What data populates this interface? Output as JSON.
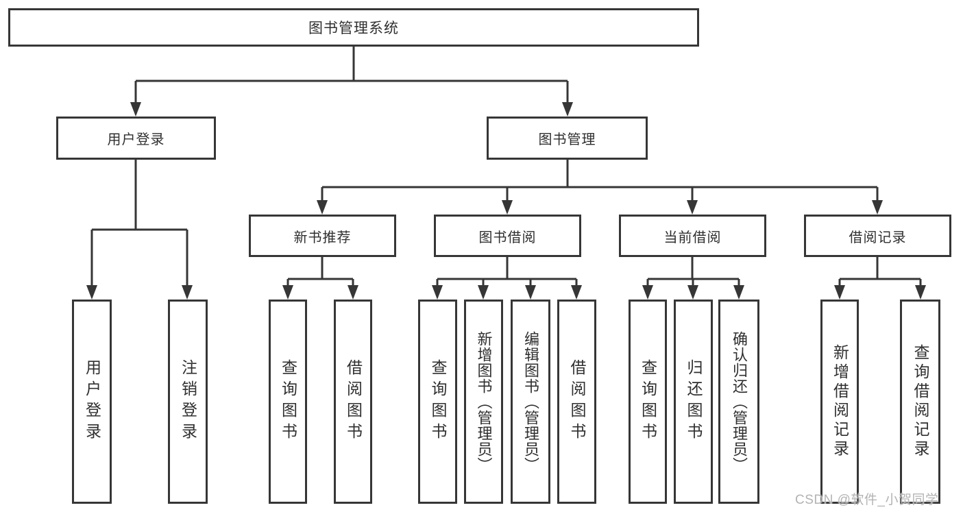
{
  "diagram": {
    "root": "图书管理系统",
    "level2": [
      "用户登录",
      "图书管理"
    ],
    "level3": [
      "新书推荐",
      "图书借阅",
      "当前借阅",
      "借阅记录"
    ],
    "leaves": {
      "login": [
        "用户登录",
        "注销登录"
      ],
      "new_books": [
        "查询图书",
        "借阅图书"
      ],
      "book_borrow": [
        "查询图书",
        "新增图书（管理员）",
        "编辑图书（管理员）",
        "借阅图书"
      ],
      "current_borrow": [
        "查询图书",
        "归还图书",
        "确认归还（管理员）"
      ],
      "borrow_records": [
        "新增借阅记录",
        "查询借阅记录"
      ]
    }
  },
  "watermark": "CSDN @软件_小贺同学",
  "colors": {
    "line": "#363636",
    "text": "#2f2f2f",
    "background": "#ffffff",
    "watermark": "#b3b3b3"
  }
}
